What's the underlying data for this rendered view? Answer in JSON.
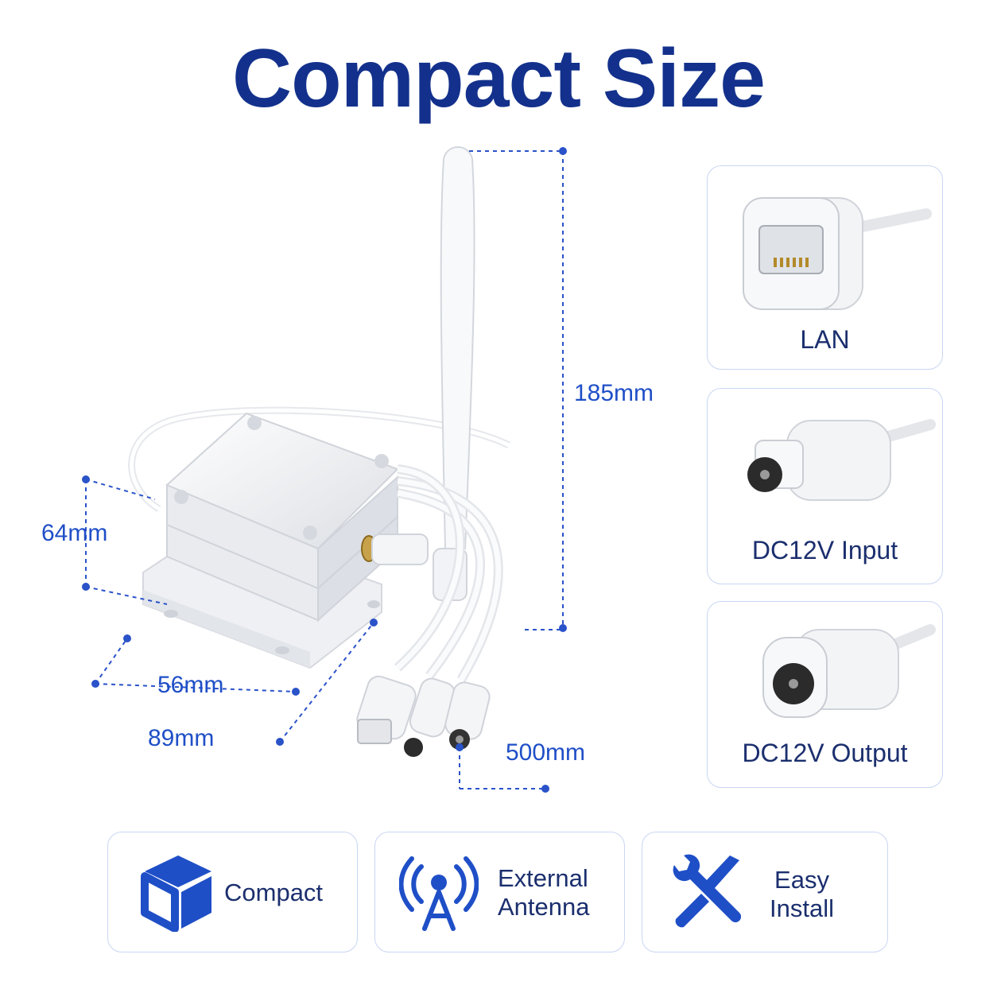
{
  "title": "Compact Size",
  "dimensions": {
    "height_antenna": "185mm",
    "height_box": "64mm",
    "width": "56mm",
    "length": "89mm",
    "cable": "500mm"
  },
  "ports": [
    {
      "label": "LAN",
      "icon": "lan-connector-icon"
    },
    {
      "label": "DC12V Input",
      "icon": "dc-male-connector-icon"
    },
    {
      "label": "DC12V Output",
      "icon": "dc-female-connector-icon"
    }
  ],
  "features": [
    {
      "label": "Compact",
      "icon": "cube-icon"
    },
    {
      "label_line1": "External",
      "label_line2": "Antenna",
      "icon": "antenna-icon"
    },
    {
      "label_line1": "Easy",
      "label_line2": "Install",
      "icon": "tools-icon"
    }
  ],
  "colors": {
    "title": "#13318c",
    "accent": "#1f4fc7",
    "border": "#c9d6f2"
  }
}
